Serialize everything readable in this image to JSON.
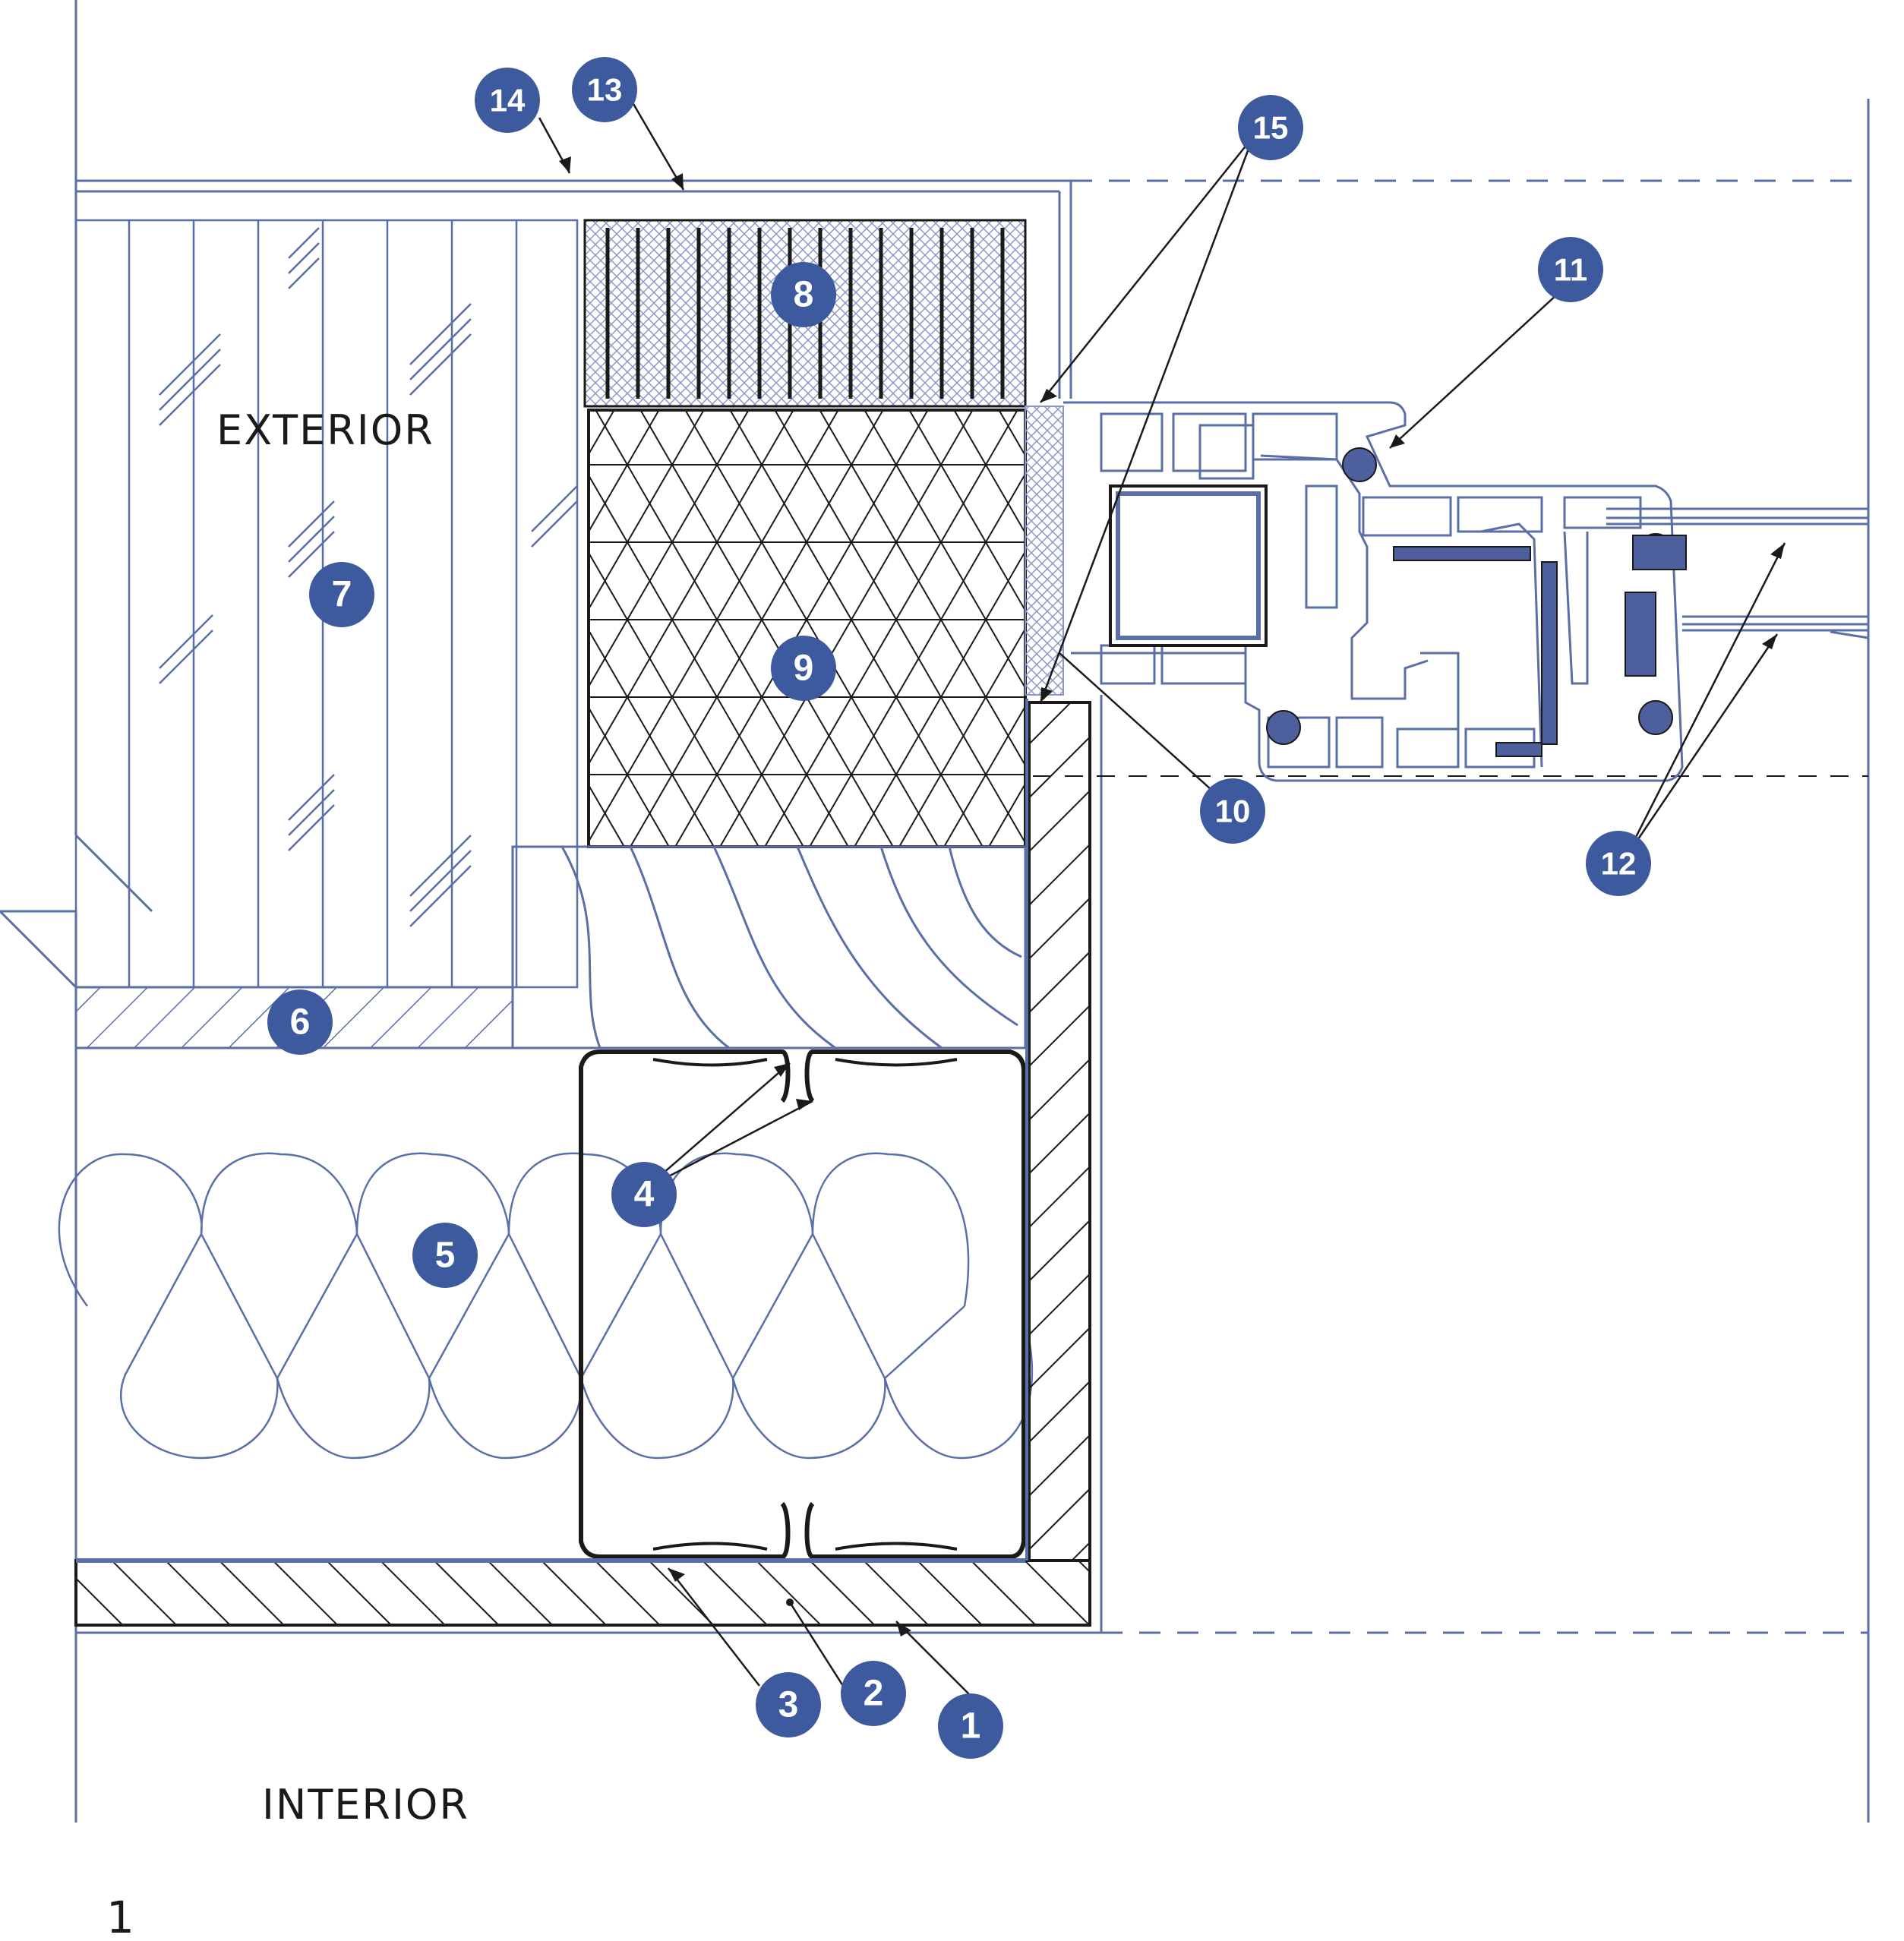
{
  "labels": {
    "exterior": "EXTERIOR",
    "interior": "INTERIOR",
    "figure_number": "1"
  },
  "callouts": [
    "1",
    "2",
    "3",
    "4",
    "5",
    "6",
    "7",
    "8",
    "9",
    "10",
    "11",
    "12",
    "13",
    "14",
    "15"
  ],
  "colors": {
    "line": "#5a6fa8",
    "dark": "#1a1a1a",
    "badge": "#3d5a9e",
    "badge_text": "#ffffff"
  }
}
